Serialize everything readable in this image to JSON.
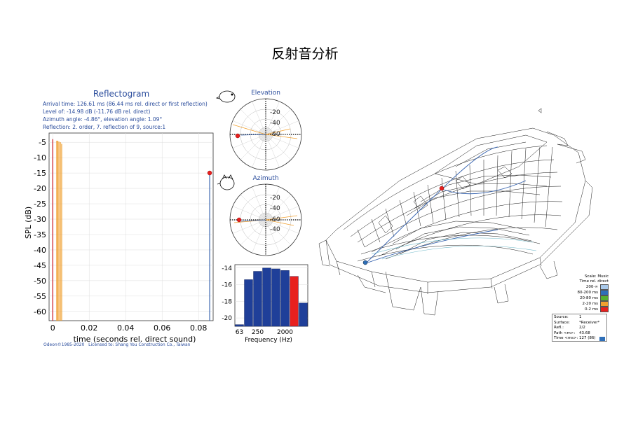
{
  "page_title": "反射音分析",
  "reflectogram": {
    "title": "Reflectogram",
    "info": [
      "Arrival time: 126.61 ms (86.44 ms rel. direct or first reflection)",
      "Level of: -14.98 dB (-11.76 dB rel. direct)",
      "Azimuth angle: -4.86°, elevation angle: 1.09°",
      "Reflection: 2. order, 7. reflection of 9, source:1"
    ],
    "ylabel": "SPL (dB)",
    "xlabel": "time (seconds rel. direct sound)",
    "yticks": [
      "-5",
      "-10",
      "-15",
      "-20",
      "-25",
      "-30",
      "-35",
      "-40",
      "-45",
      "-50",
      "-55",
      "-60"
    ],
    "xticks": [
      "0",
      "0.02",
      "0.04",
      "0.06",
      "0.08"
    ]
  },
  "elevation": {
    "title": "Elevation",
    "ticks": [
      "-20",
      "-40",
      "-60"
    ]
  },
  "azimuth": {
    "title": "Azimuth",
    "ticks": [
      "-20",
      "-40",
      "-60",
      "-40"
    ]
  },
  "spectrum": {
    "yticks": [
      "-14",
      "-16",
      "-18",
      "-20"
    ],
    "xticks": [
      "63",
      "250",
      "2000"
    ],
    "xlabel": "Frequency (Hz)"
  },
  "chart_data": [
    {
      "type": "bar",
      "title": "Reflectogram",
      "xlabel": "time (seconds rel. direct sound)",
      "ylabel": "SPL (dB)",
      "xlim": [
        -0.002,
        0.088
      ],
      "ylim": [
        -63,
        -2
      ],
      "series": [
        {
          "name": "",
          "x": [
            0.0
          ],
          "values": [
            -4.0
          ],
          "color": "#c8141e"
        },
        {
          "name": "",
          "x": [
            0.0022,
            0.0028,
            0.0034,
            0.0042,
            0.0049
          ],
          "values": [
            -4.5,
            -4.5,
            -4.8,
            -5.0,
            -5.5
          ],
          "color": "#f0a030"
        },
        {
          "name": "",
          "x": [
            0.0861
          ],
          "values": [
            -14.98
          ],
          "color": "#3a66b0"
        }
      ],
      "highlight": {
        "x": 0.0861,
        "value": -14.98
      }
    },
    {
      "type": "bar",
      "xlabel": "Frequency (Hz)",
      "ylim": [
        -21,
        -13.6
      ],
      "categories": [
        "63",
        "125",
        "250",
        "500",
        "1000",
        "2000",
        "4000",
        "8000"
      ],
      "values": [
        -20.8,
        -15.4,
        -14.4,
        -14.0,
        -14.1,
        -14.3,
        -15.0,
        -18.2
      ],
      "colors": [
        "#1f3f99",
        "#1f3f99",
        "#1f3f99",
        "#1f3f99",
        "#1f3f99",
        "#1f3f99",
        "#e8201e",
        "#1f3f99"
      ]
    }
  ],
  "legend": {
    "title1": "Scale: Music",
    "title2": "Time rel. direct",
    "items": [
      {
        "label": "200-∞",
        "color": "#a9c9ea"
      },
      {
        "label": "80-200 ms",
        "color": "#2f6fb8"
      },
      {
        "label": "20-80 ms",
        "color": "#57b030"
      },
      {
        "label": "2-20 ms",
        "color": "#f0a030"
      },
      {
        "label": "0-2 ms",
        "color": "#e8201e"
      }
    ]
  },
  "details": {
    "rows": [
      {
        "key": "Source:",
        "value": "1"
      },
      {
        "key": "Surface:",
        "value": "*Receiver*"
      },
      {
        "key": "Refl.:",
        "value": "2/2"
      },
      {
        "key": "Path <m>:",
        "value": "43.68"
      },
      {
        "key": "Time <ms>:",
        "value": "127 (86)"
      }
    ],
    "swatch_color": "#2f6fb8"
  },
  "footer": {
    "copyright": "Odeon©1985-2020",
    "license": "Licensed to: Shang You Construction Co., Taiwan"
  }
}
